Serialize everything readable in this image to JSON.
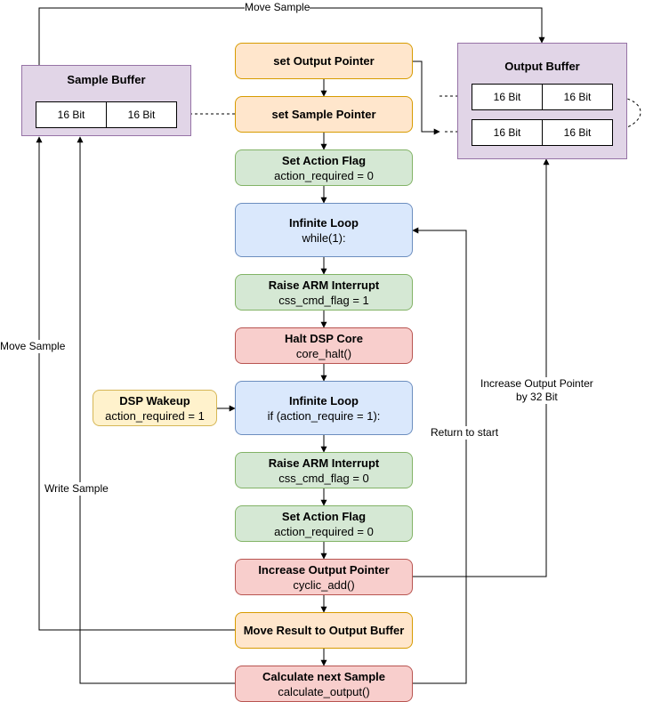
{
  "sample_buffer": {
    "title": "Sample Buffer",
    "cells": [
      "16 Bit",
      "16 Bit"
    ]
  },
  "output_buffer": {
    "title": "Output Buffer",
    "rows": [
      [
        "16 Bit",
        "16 Bit"
      ],
      [
        "16 Bit",
        "16 Bit"
      ]
    ]
  },
  "steps": [
    {
      "title": "set Output Pointer",
      "sub": ""
    },
    {
      "title": "set Sample Pointer",
      "sub": ""
    },
    {
      "title": "Set Action Flag",
      "sub": "action_required = 0"
    },
    {
      "title": "Infinite Loop",
      "sub": "while(1):"
    },
    {
      "title": "Raise ARM Interrupt",
      "sub": "css_cmd_flag = 1"
    },
    {
      "title": "Halt DSP Core",
      "sub": "core_halt()"
    },
    {
      "title": "Infinite Loop",
      "sub": "if (action_require = 1):"
    },
    {
      "title": "Raise ARM Interrupt",
      "sub": "css_cmd_flag = 0"
    },
    {
      "title": "Set Action Flag",
      "sub": "action_required = 0"
    },
    {
      "title": "Increase Output Pointer",
      "sub": "cyclic_add()"
    },
    {
      "title": "Move Result to Output Buffer",
      "sub": ""
    },
    {
      "title": "Calculate next Sample",
      "sub": "calculate_output()"
    }
  ],
  "wakeup": {
    "title": "DSP Wakeup",
    "sub": "action_required = 1"
  },
  "edge_labels": {
    "move_sample_top": "Move Sample",
    "move_sample_left": "Move Sample",
    "write_sample": "Write Sample",
    "return_to_start": "Return to start",
    "increase_output_pointer": "Increase Output Pointer\nby 32 Bit"
  }
}
